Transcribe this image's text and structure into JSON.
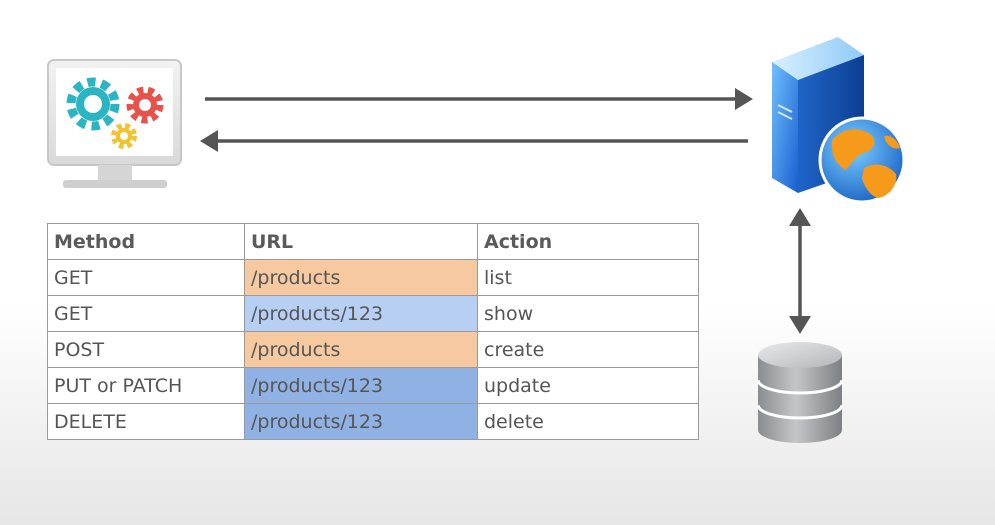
{
  "table": {
    "headers": [
      "Method",
      "URL",
      "Action"
    ],
    "rows": [
      {
        "method": "GET",
        "url": "/products",
        "action": "list",
        "url_color": "#f6c9a1"
      },
      {
        "method": "GET",
        "url": "/products/123",
        "action": "show",
        "url_color": "#b6cff2"
      },
      {
        "method": "POST",
        "url": "/products",
        "action": "create",
        "url_color": "#f6c9a1"
      },
      {
        "method": "PUT or PATCH",
        "url": "/products/123",
        "action": "update",
        "url_color": "#90b1e3"
      },
      {
        "method": "DELETE",
        "url": "/products/123",
        "action": "delete",
        "url_color": "#90b1e3"
      }
    ]
  },
  "colors": {
    "arrow": "#555555",
    "gear_teal": "#2bb5c2",
    "gear_red": "#e8524a",
    "gear_yellow": "#f2c231",
    "server_blue": "#2a7fe0",
    "globe_orange": "#f59a1a",
    "database_gray": "#9a9d9f"
  },
  "icons": {
    "client": "computer-monitor-with-gears-icon",
    "server": "web-server-with-globe-icon",
    "database": "database-cylinder-icon"
  }
}
